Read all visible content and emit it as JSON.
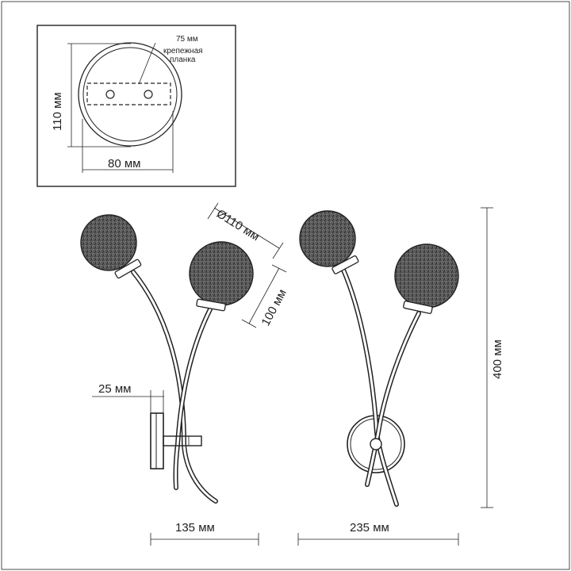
{
  "inset": {
    "dim_75": "75 мм",
    "label_line1": "крепежная",
    "label_line2": "планка",
    "dim_110": "110 мм",
    "dim_80": "80 мм"
  },
  "side_view": {
    "dim_diameter": "Ø110 мм",
    "dim_100": "100 мм",
    "dim_25": "25 мм",
    "dim_135": "135 мм"
  },
  "front_view": {
    "dim_235": "235 мм",
    "dim_400": "400 мм"
  },
  "colors": {
    "line": "#222222",
    "background": "#ffffff"
  }
}
